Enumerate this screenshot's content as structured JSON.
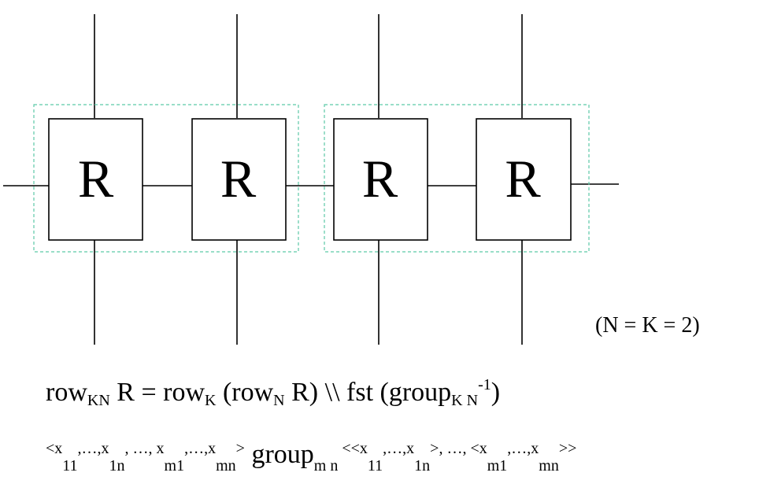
{
  "diagram": {
    "cells": [
      {
        "label": "R"
      },
      {
        "label": "R"
      },
      {
        "label": "R"
      },
      {
        "label": "R"
      }
    ],
    "group_border_color": "#5cc9a7",
    "note": "(N = K = 2)"
  },
  "formula1": {
    "a": "row",
    "b": "KN",
    "c": " R  =  row",
    "d": "K",
    "e": " (row",
    "f": "N",
    "g": " R) \\\\ fst (group",
    "h": "K N",
    "i": "-1",
    "j": ")"
  },
  "formula2": {
    "p1": "<x",
    "p2": "11",
    "p3": ",…,x",
    "p4": "1n",
    "p5": ", …, x",
    "p6": "m1",
    "p7": ",…,x",
    "p8": "mn",
    "p9": ">",
    "p10": " group",
    "p11": "m n",
    "p12": " <<x",
    "p13": "11",
    "p14": ",…,x",
    "p15": "1n",
    "p16": ">, …, <x",
    "p17": "m1",
    "p18": ",…,x",
    "p19": "mn",
    "p20": ">>"
  }
}
